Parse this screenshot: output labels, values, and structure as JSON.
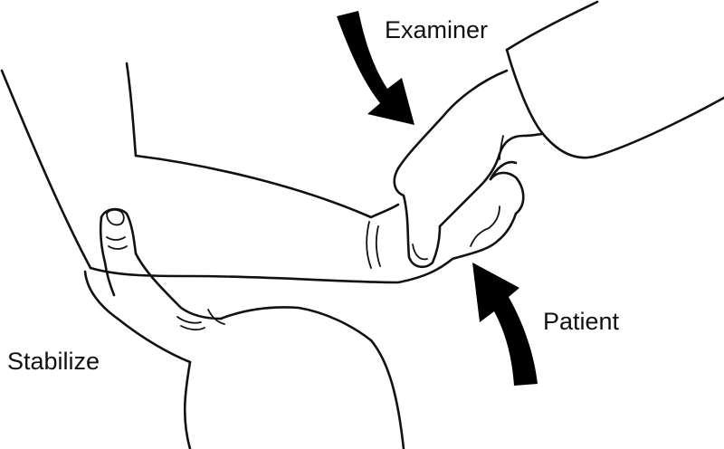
{
  "labels": {
    "examiner": "Examiner",
    "patient": "Patient",
    "stabilize": "Stabilize"
  },
  "colors": {
    "ink": "#111111",
    "background": "#ffffff"
  }
}
